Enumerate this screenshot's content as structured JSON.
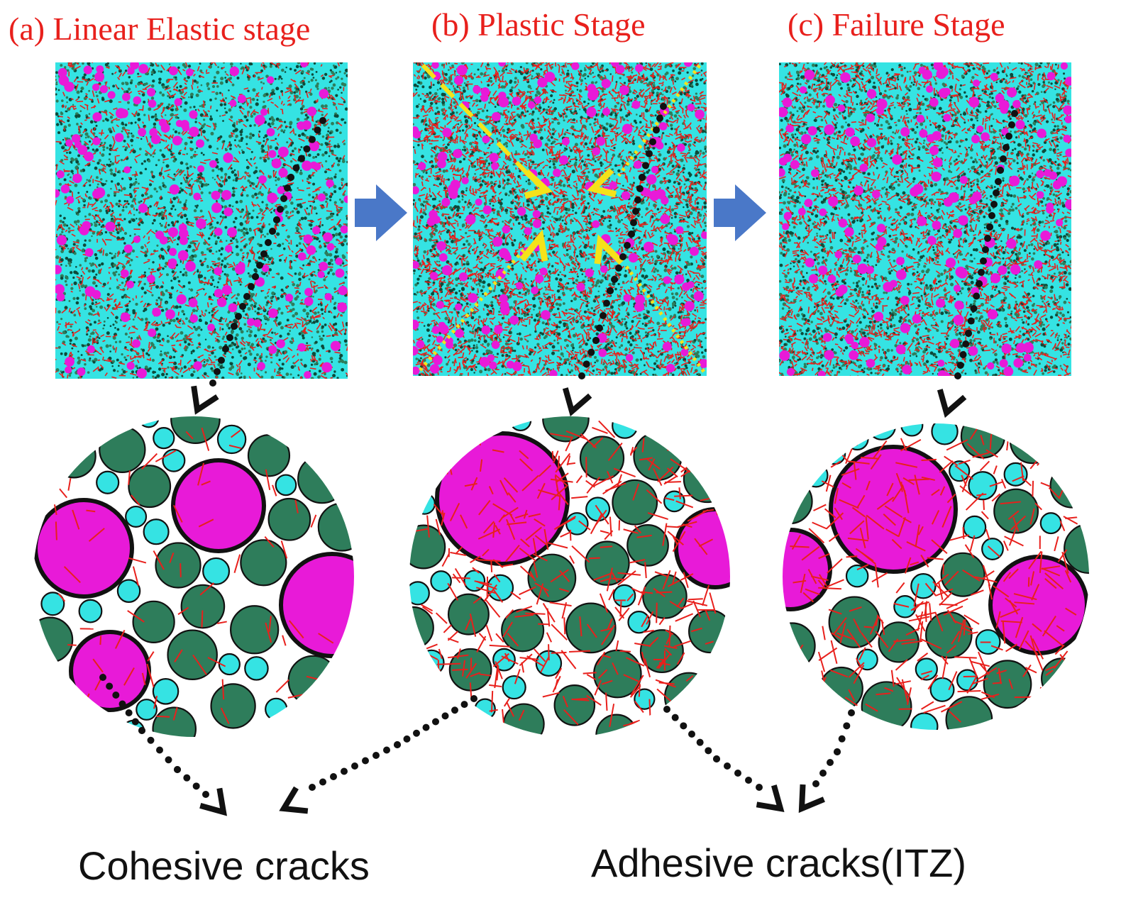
{
  "stages": [
    {
      "id": "a",
      "title": "(a)  Linear Elastic stage"
    },
    {
      "id": "b",
      "title": "(b)   Plastic Stage"
    },
    {
      "id": "c",
      "title": "(c)  Failure Stage"
    }
  ],
  "results": {
    "cohesive": "Cohesive cracks",
    "adhesive": "Adhesive cracks(ITZ)"
  },
  "colors": {
    "matrix": "#35e3e3",
    "aggregate_fine": "#2e7d5b",
    "aggregate_coarse": "#e81ad8",
    "crack": "#e8201c",
    "flow_arrow": "#4a78c8",
    "shear_band": "#f5e21a",
    "pointer": "#111111"
  },
  "icons": {
    "stage_arrow": "right-block-arrow-icon",
    "shear_arrow": "chevron-arrow-icon",
    "pointer": "dotted-arrow-icon"
  }
}
